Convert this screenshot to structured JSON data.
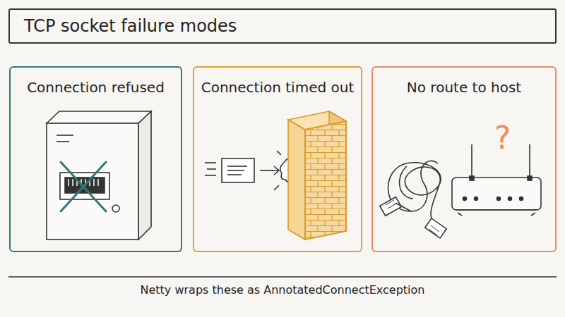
{
  "diagram": {
    "title": "TCP socket failure modes",
    "caption": "Netty wraps these as AnnotatedConnectException",
    "nodes": [
      {
        "text": [
          "Connection refused"
        ]
      },
      {
        "text": [
          "Connection timed out"
        ]
      },
      {
        "text": [
          "No route to host"
        ]
      }
    ],
    "labels": [
      "?"
    ]
  }
}
